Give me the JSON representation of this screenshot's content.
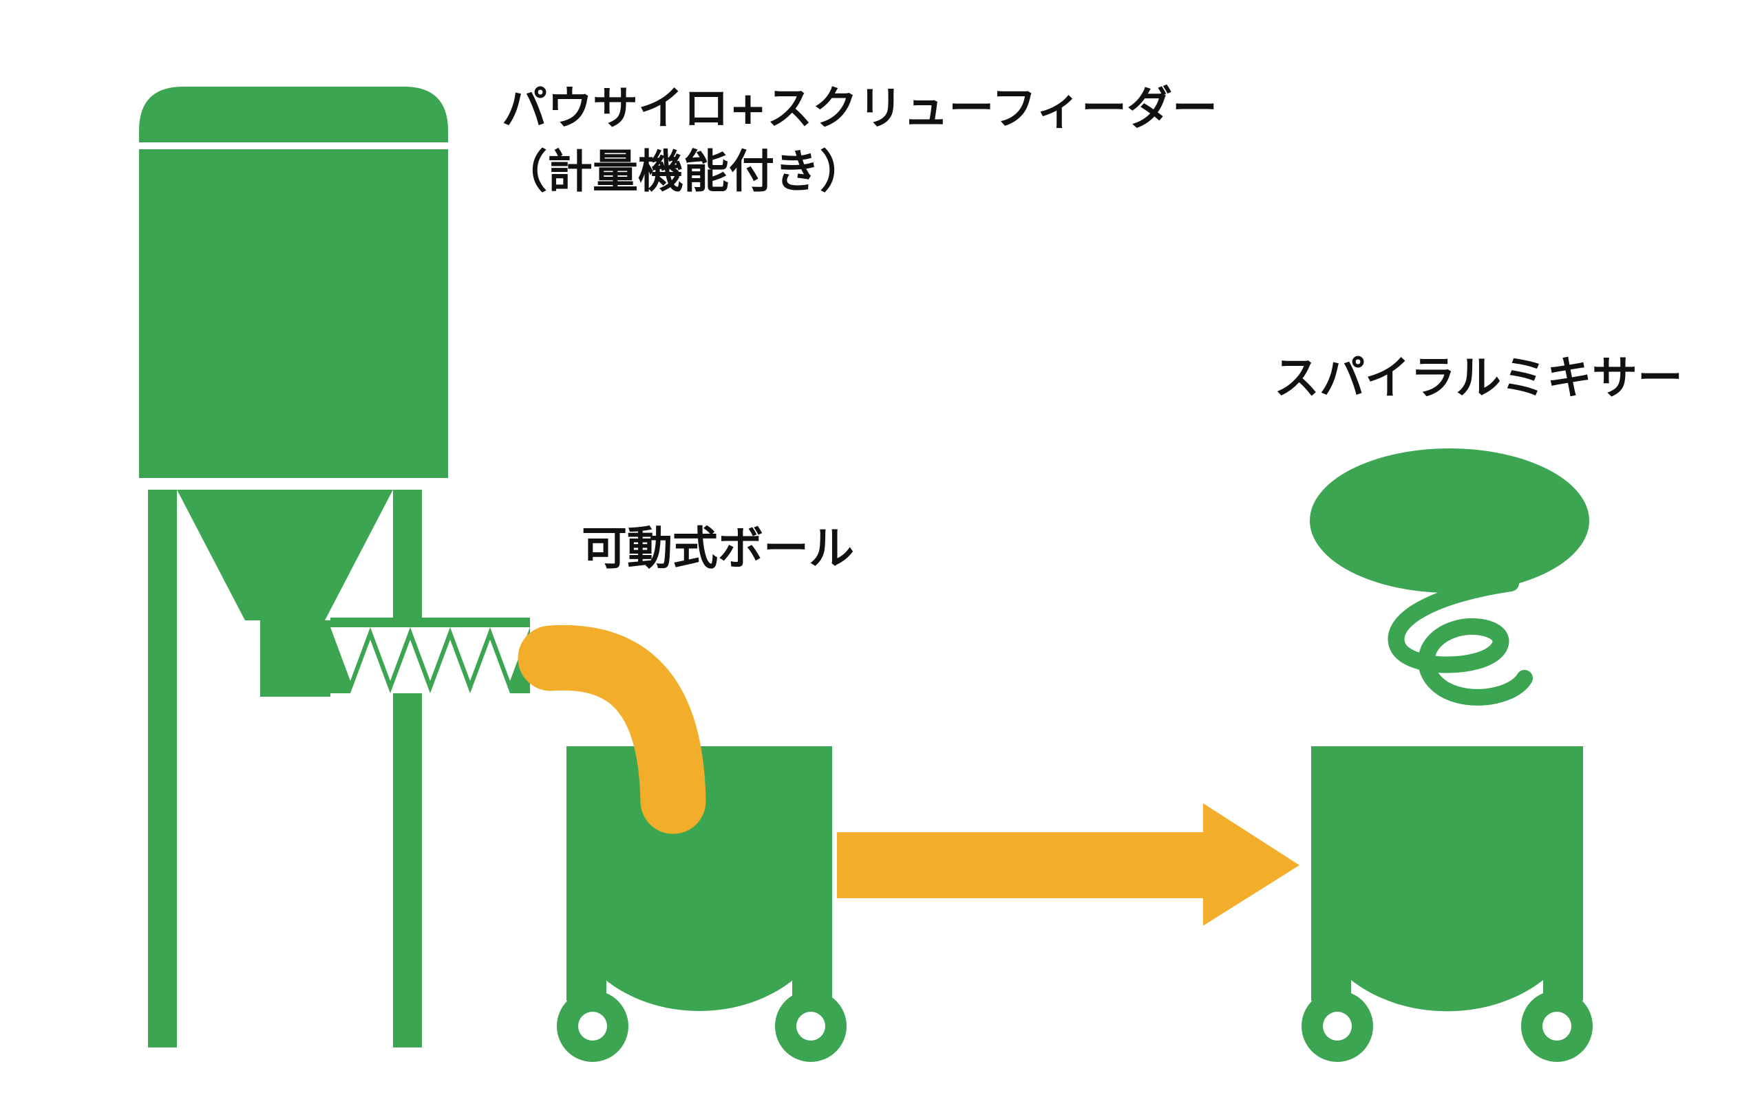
{
  "diagram": {
    "labels": {
      "silo_line1": "パウサイロ+スクリューフィーダー",
      "silo_line2": "（計量機能付き）",
      "bowl": "可動式ボール",
      "mixer": "スパイラルミキサー"
    },
    "colors": {
      "green": "#3CA551",
      "orange": "#F2AE2B",
      "text": "#111111",
      "background": "#FFFFFF"
    }
  }
}
